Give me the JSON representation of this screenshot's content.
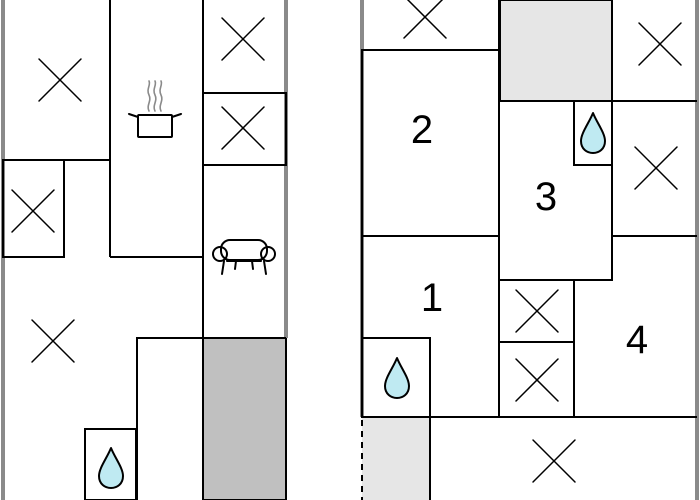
{
  "plan": {
    "rooms": [
      {
        "id": "room-1",
        "label": "1"
      },
      {
        "id": "room-2",
        "label": "2"
      },
      {
        "id": "room-3",
        "label": "3"
      },
      {
        "id": "room-4",
        "label": "4"
      }
    ],
    "icons": [
      "kitchen-pot-icon",
      "sofa-icon",
      "water-drop-icon",
      "cross-mark-icon"
    ],
    "colors": {
      "wall": "#000000",
      "outer_wall": "#8a8a8a",
      "shaded_area_dark": "#c0c0c0",
      "shaded_area_light": "#e6e6e6",
      "water": "#bfeaf2"
    }
  }
}
